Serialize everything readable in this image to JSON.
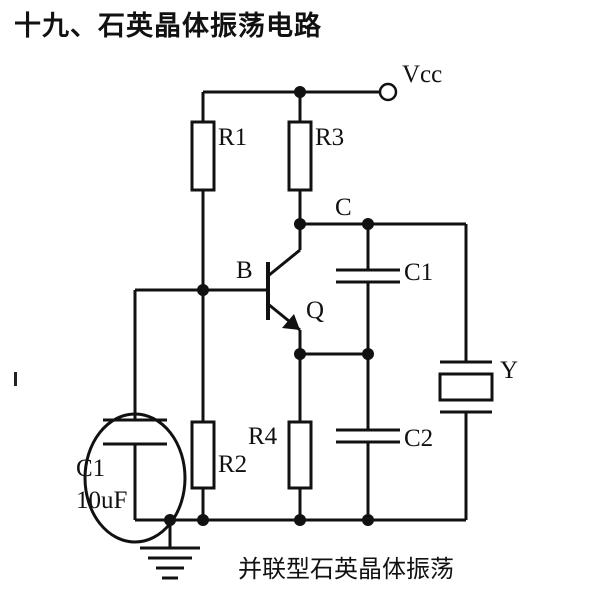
{
  "title": "十九、石英晶体振荡电路",
  "caption": "并联型石英晶体振荡",
  "labels": {
    "vcc": "Vcc",
    "r1": "R1",
    "r2": "R2",
    "r3": "R3",
    "r4": "R4",
    "c_node": "C",
    "base": "B",
    "transistor": "Q",
    "c1": "C1",
    "c2": "C2",
    "crystal": "Y",
    "cap_c1_name": "C1",
    "cap_c1_value": "10uF"
  }
}
